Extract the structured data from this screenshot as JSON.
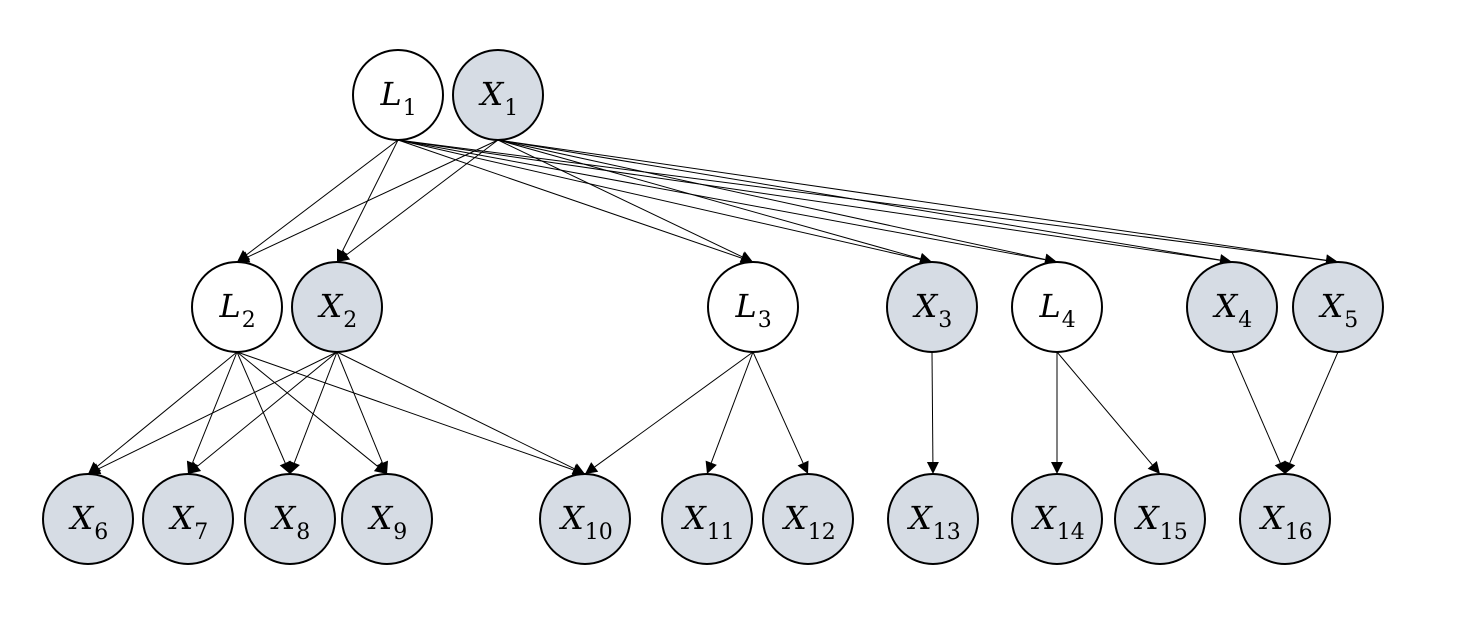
{
  "nodes": [
    {
      "id": "L1",
      "var": "L",
      "sub": "1",
      "kind": "latent"
    },
    {
      "id": "X1",
      "var": "X",
      "sub": "1",
      "kind": "observed"
    },
    {
      "id": "L2",
      "var": "L",
      "sub": "2",
      "kind": "latent"
    },
    {
      "id": "X2",
      "var": "X",
      "sub": "2",
      "kind": "observed"
    },
    {
      "id": "L3",
      "var": "L",
      "sub": "3",
      "kind": "latent"
    },
    {
      "id": "X3",
      "var": "X",
      "sub": "3",
      "kind": "observed"
    },
    {
      "id": "L4",
      "var": "L",
      "sub": "4",
      "kind": "latent"
    },
    {
      "id": "X4",
      "var": "X",
      "sub": "4",
      "kind": "observed"
    },
    {
      "id": "X5",
      "var": "X",
      "sub": "5",
      "kind": "observed"
    },
    {
      "id": "X6",
      "var": "X",
      "sub": "6",
      "kind": "observed"
    },
    {
      "id": "X7",
      "var": "X",
      "sub": "7",
      "kind": "observed"
    },
    {
      "id": "X8",
      "var": "X",
      "sub": "8",
      "kind": "observed"
    },
    {
      "id": "X9",
      "var": "X",
      "sub": "9",
      "kind": "observed"
    },
    {
      "id": "X10",
      "var": "X",
      "sub": "10",
      "kind": "observed"
    },
    {
      "id": "X11",
      "var": "X",
      "sub": "11",
      "kind": "observed"
    },
    {
      "id": "X12",
      "var": "X",
      "sub": "12",
      "kind": "observed"
    },
    {
      "id": "X13",
      "var": "X",
      "sub": "13",
      "kind": "observed"
    },
    {
      "id": "X14",
      "var": "X",
      "sub": "14",
      "kind": "observed"
    },
    {
      "id": "X15",
      "var": "X",
      "sub": "15",
      "kind": "observed"
    },
    {
      "id": "X16",
      "var": "X",
      "sub": "16",
      "kind": "observed"
    }
  ],
  "edges": [
    [
      "L1",
      "L2"
    ],
    [
      "L1",
      "X2"
    ],
    [
      "L1",
      "L3"
    ],
    [
      "L1",
      "X3"
    ],
    [
      "L1",
      "L4"
    ],
    [
      "L1",
      "X4"
    ],
    [
      "L1",
      "X5"
    ],
    [
      "X1",
      "L2"
    ],
    [
      "X1",
      "X2"
    ],
    [
      "X1",
      "L3"
    ],
    [
      "X1",
      "X3"
    ],
    [
      "X1",
      "L4"
    ],
    [
      "X1",
      "X4"
    ],
    [
      "X1",
      "X5"
    ],
    [
      "L2",
      "X6"
    ],
    [
      "L2",
      "X7"
    ],
    [
      "L2",
      "X8"
    ],
    [
      "L2",
      "X9"
    ],
    [
      "L2",
      "X10"
    ],
    [
      "X2",
      "X6"
    ],
    [
      "X2",
      "X7"
    ],
    [
      "X2",
      "X8"
    ],
    [
      "X2",
      "X9"
    ],
    [
      "X2",
      "X10"
    ],
    [
      "L3",
      "X10"
    ],
    [
      "L3",
      "X11"
    ],
    [
      "L3",
      "X12"
    ],
    [
      "X3",
      "X13"
    ],
    [
      "L4",
      "X14"
    ],
    [
      "L4",
      "X15"
    ],
    [
      "X4",
      "X16"
    ],
    [
      "X5",
      "X16"
    ]
  ],
  "colors": {
    "latent": "#ffffff",
    "observed": "#d6dce4",
    "stroke": "#000000"
  }
}
